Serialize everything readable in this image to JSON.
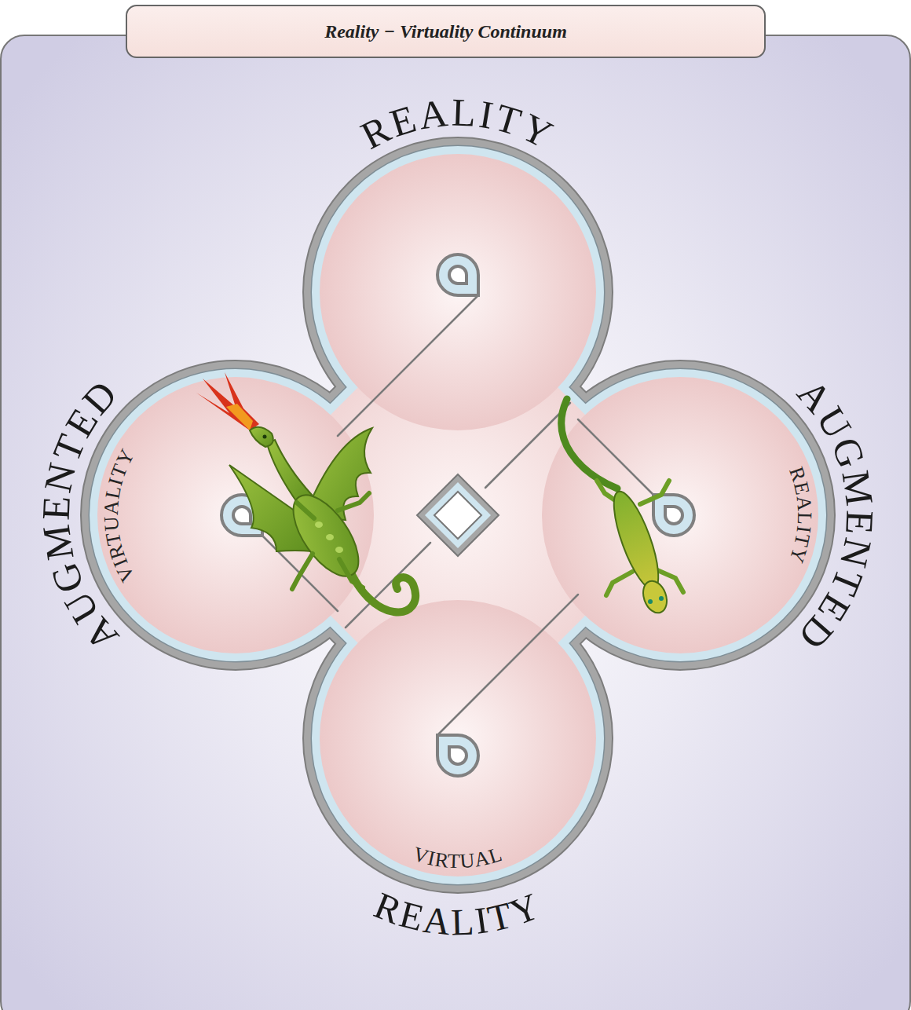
{
  "diagram": {
    "title": "Reality − Virtuality Continuum",
    "nodes": [
      {
        "text": [
          "REALITY"
        ]
      },
      {
        "text": [
          "AUGMENTED",
          "VIRTUALITY"
        ]
      },
      {
        "text": [
          "AUGMENTED",
          "REALITY"
        ]
      },
      {
        "text": [
          "VIRTUAL",
          "REALITY"
        ]
      }
    ]
  }
}
